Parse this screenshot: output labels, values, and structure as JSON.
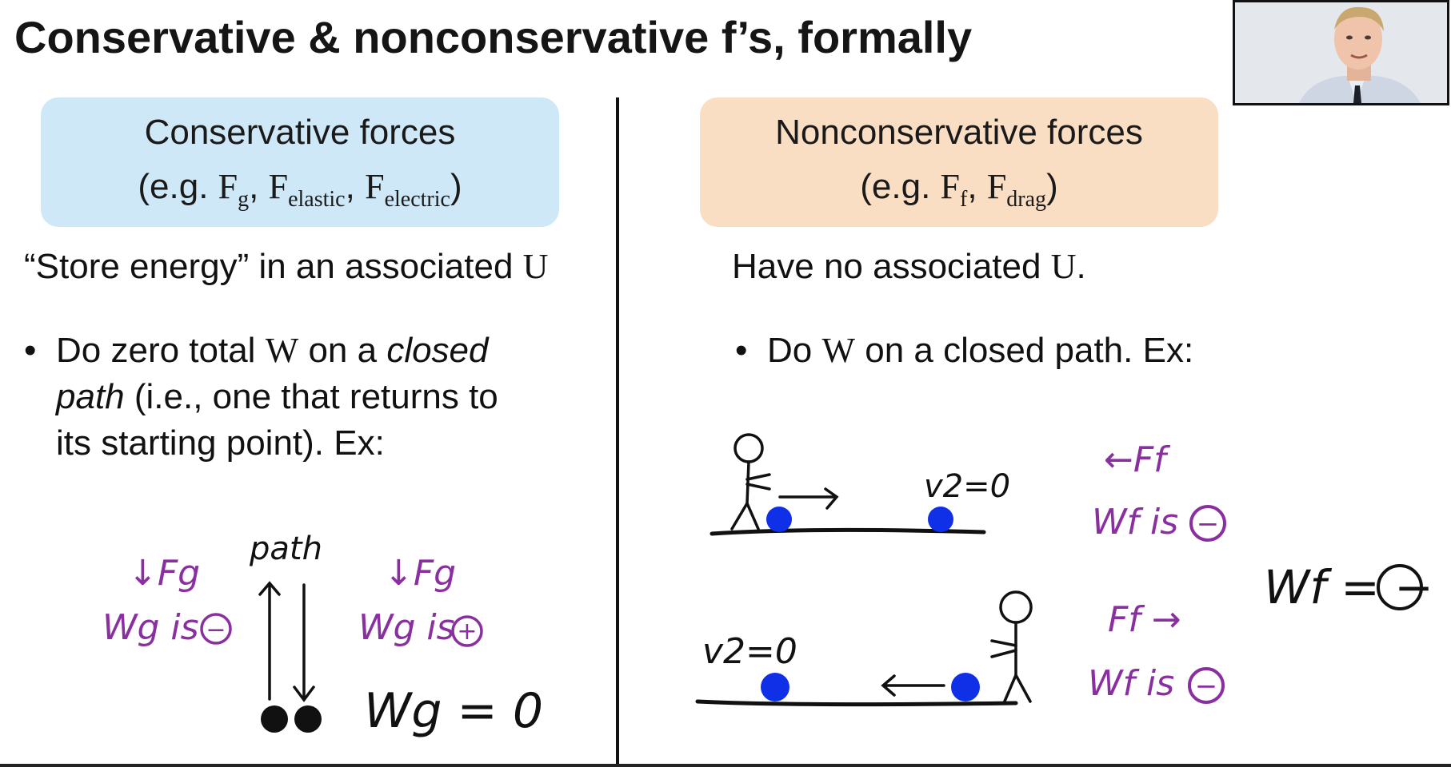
{
  "title": "Conservative & nonconservative f’s, formally",
  "left": {
    "box_title": "Conservative forces",
    "eg_prefix": "(e.g. ",
    "forces": [
      {
        "symbol": "F",
        "sub": "g"
      },
      {
        "symbol": "F",
        "sub": "elastic"
      },
      {
        "symbol": "F",
        "sub": "electric"
      }
    ],
    "eg_suffix": ")",
    "statement_text": "“Store energy” in an associated ",
    "statement_var": "U",
    "bullet": {
      "part1": "Do zero total ",
      "var": "W",
      "part2": " on a ",
      "italic1": "closed",
      "italic2": "path",
      "part3": " (i.e., one that returns to",
      "line3": "its starting point). Ex:"
    },
    "sketch": {
      "path_label": "path",
      "fg_label_left": "↓Fg",
      "wg_left": "Wg is",
      "sign_left": "−",
      "fg_label_right": "↓Fg",
      "wg_right": "Wg is",
      "sign_right": "+",
      "result": "Wg = 0"
    }
  },
  "right": {
    "box_title": "Nonconservative forces",
    "eg_prefix": "(e.g. ",
    "forces": [
      {
        "symbol": "F",
        "sub": "f"
      },
      {
        "symbol": "F",
        "sub": "drag"
      }
    ],
    "eg_suffix": ")",
    "statement_text": "Have no associated ",
    "statement_var": "U",
    "statement_end": ".",
    "bullet": {
      "part1": "Do ",
      "var": "W",
      "part2": " on a closed path. Ex:"
    },
    "sketch": {
      "v2_top": "v2=0",
      "ff_top": "←Ff",
      "wf_top": "Wf is",
      "sign_top": "−",
      "v2_bottom": "v2=0",
      "ff_bottom": "Ff →",
      "wf_bottom": "Wf is",
      "sign_bottom": "−",
      "result": "Wf = −"
    }
  },
  "colors": {
    "ink_purple": "#8a2fa0",
    "ball_blue": "#1030e8",
    "left_box": "#cfe8f7",
    "right_box": "#f9dec4"
  }
}
